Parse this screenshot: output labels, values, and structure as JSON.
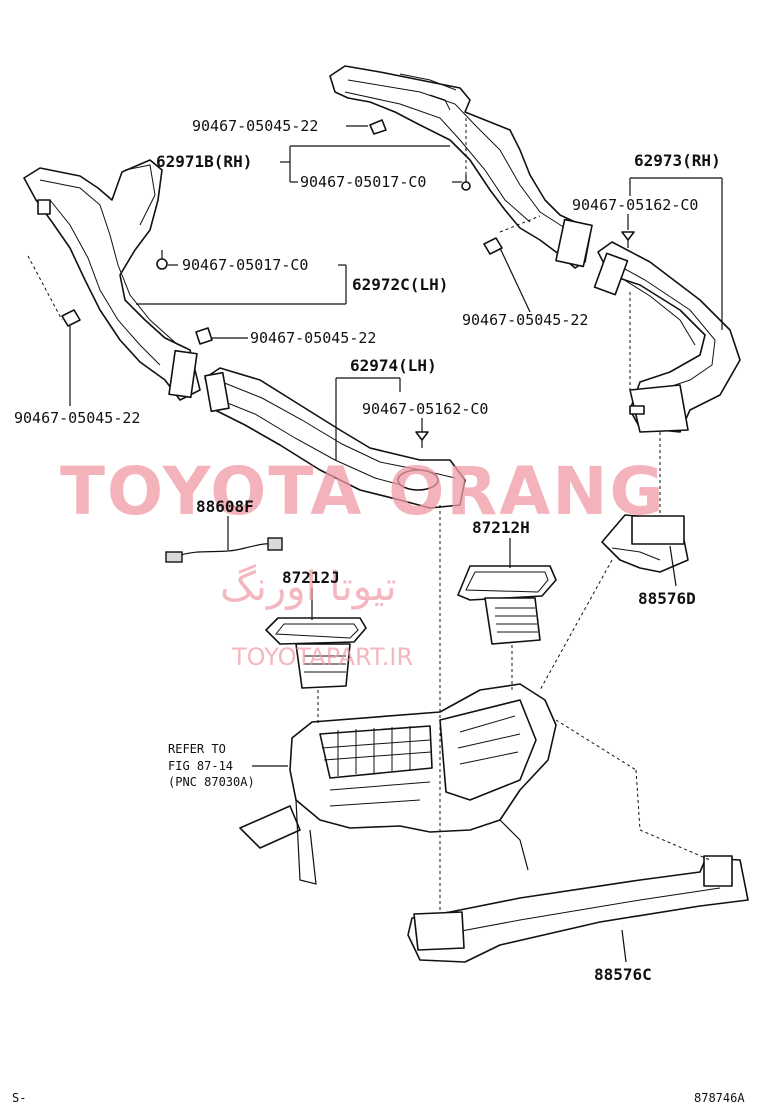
{
  "labels": {
    "bolt_22_top": "90467-05045-22",
    "duct_62971b": "62971B(RH)",
    "clip_c0_top": "90467-05017-C0",
    "duct_62973": "62973(RH)",
    "screw_c0_right": "90467-05162-C0",
    "clip_c0_left": "90467-05017-C0",
    "duct_62972c": "62972C(LH)",
    "bolt_22_right": "90467-05045-22",
    "bolt_22_mid": "90467-05045-22",
    "bolt_22_left": "90467-05045-22",
    "duct_62974": "62974(LH)",
    "screw_c0_mid": "90467-05162-C0",
    "wire_88608f": "88608F",
    "register_87212h": "87212H",
    "register_87212j": "87212J",
    "duct_88576d": "88576D",
    "refer_line1": "REFER TO",
    "refer_line2": "FIG 87-14",
    "refer_line3": "(PNC 87030A)",
    "duct_88576c": "88576C"
  },
  "watermark": {
    "main": "TOYOTA ORANG",
    "persian": "تیوتا اورنگ",
    "site": "TOYOTAPART.IR"
  },
  "footer": {
    "left": "S-",
    "right": "878746A"
  },
  "colors": {
    "watermark": "#f19aa4",
    "ink": "#111111"
  }
}
